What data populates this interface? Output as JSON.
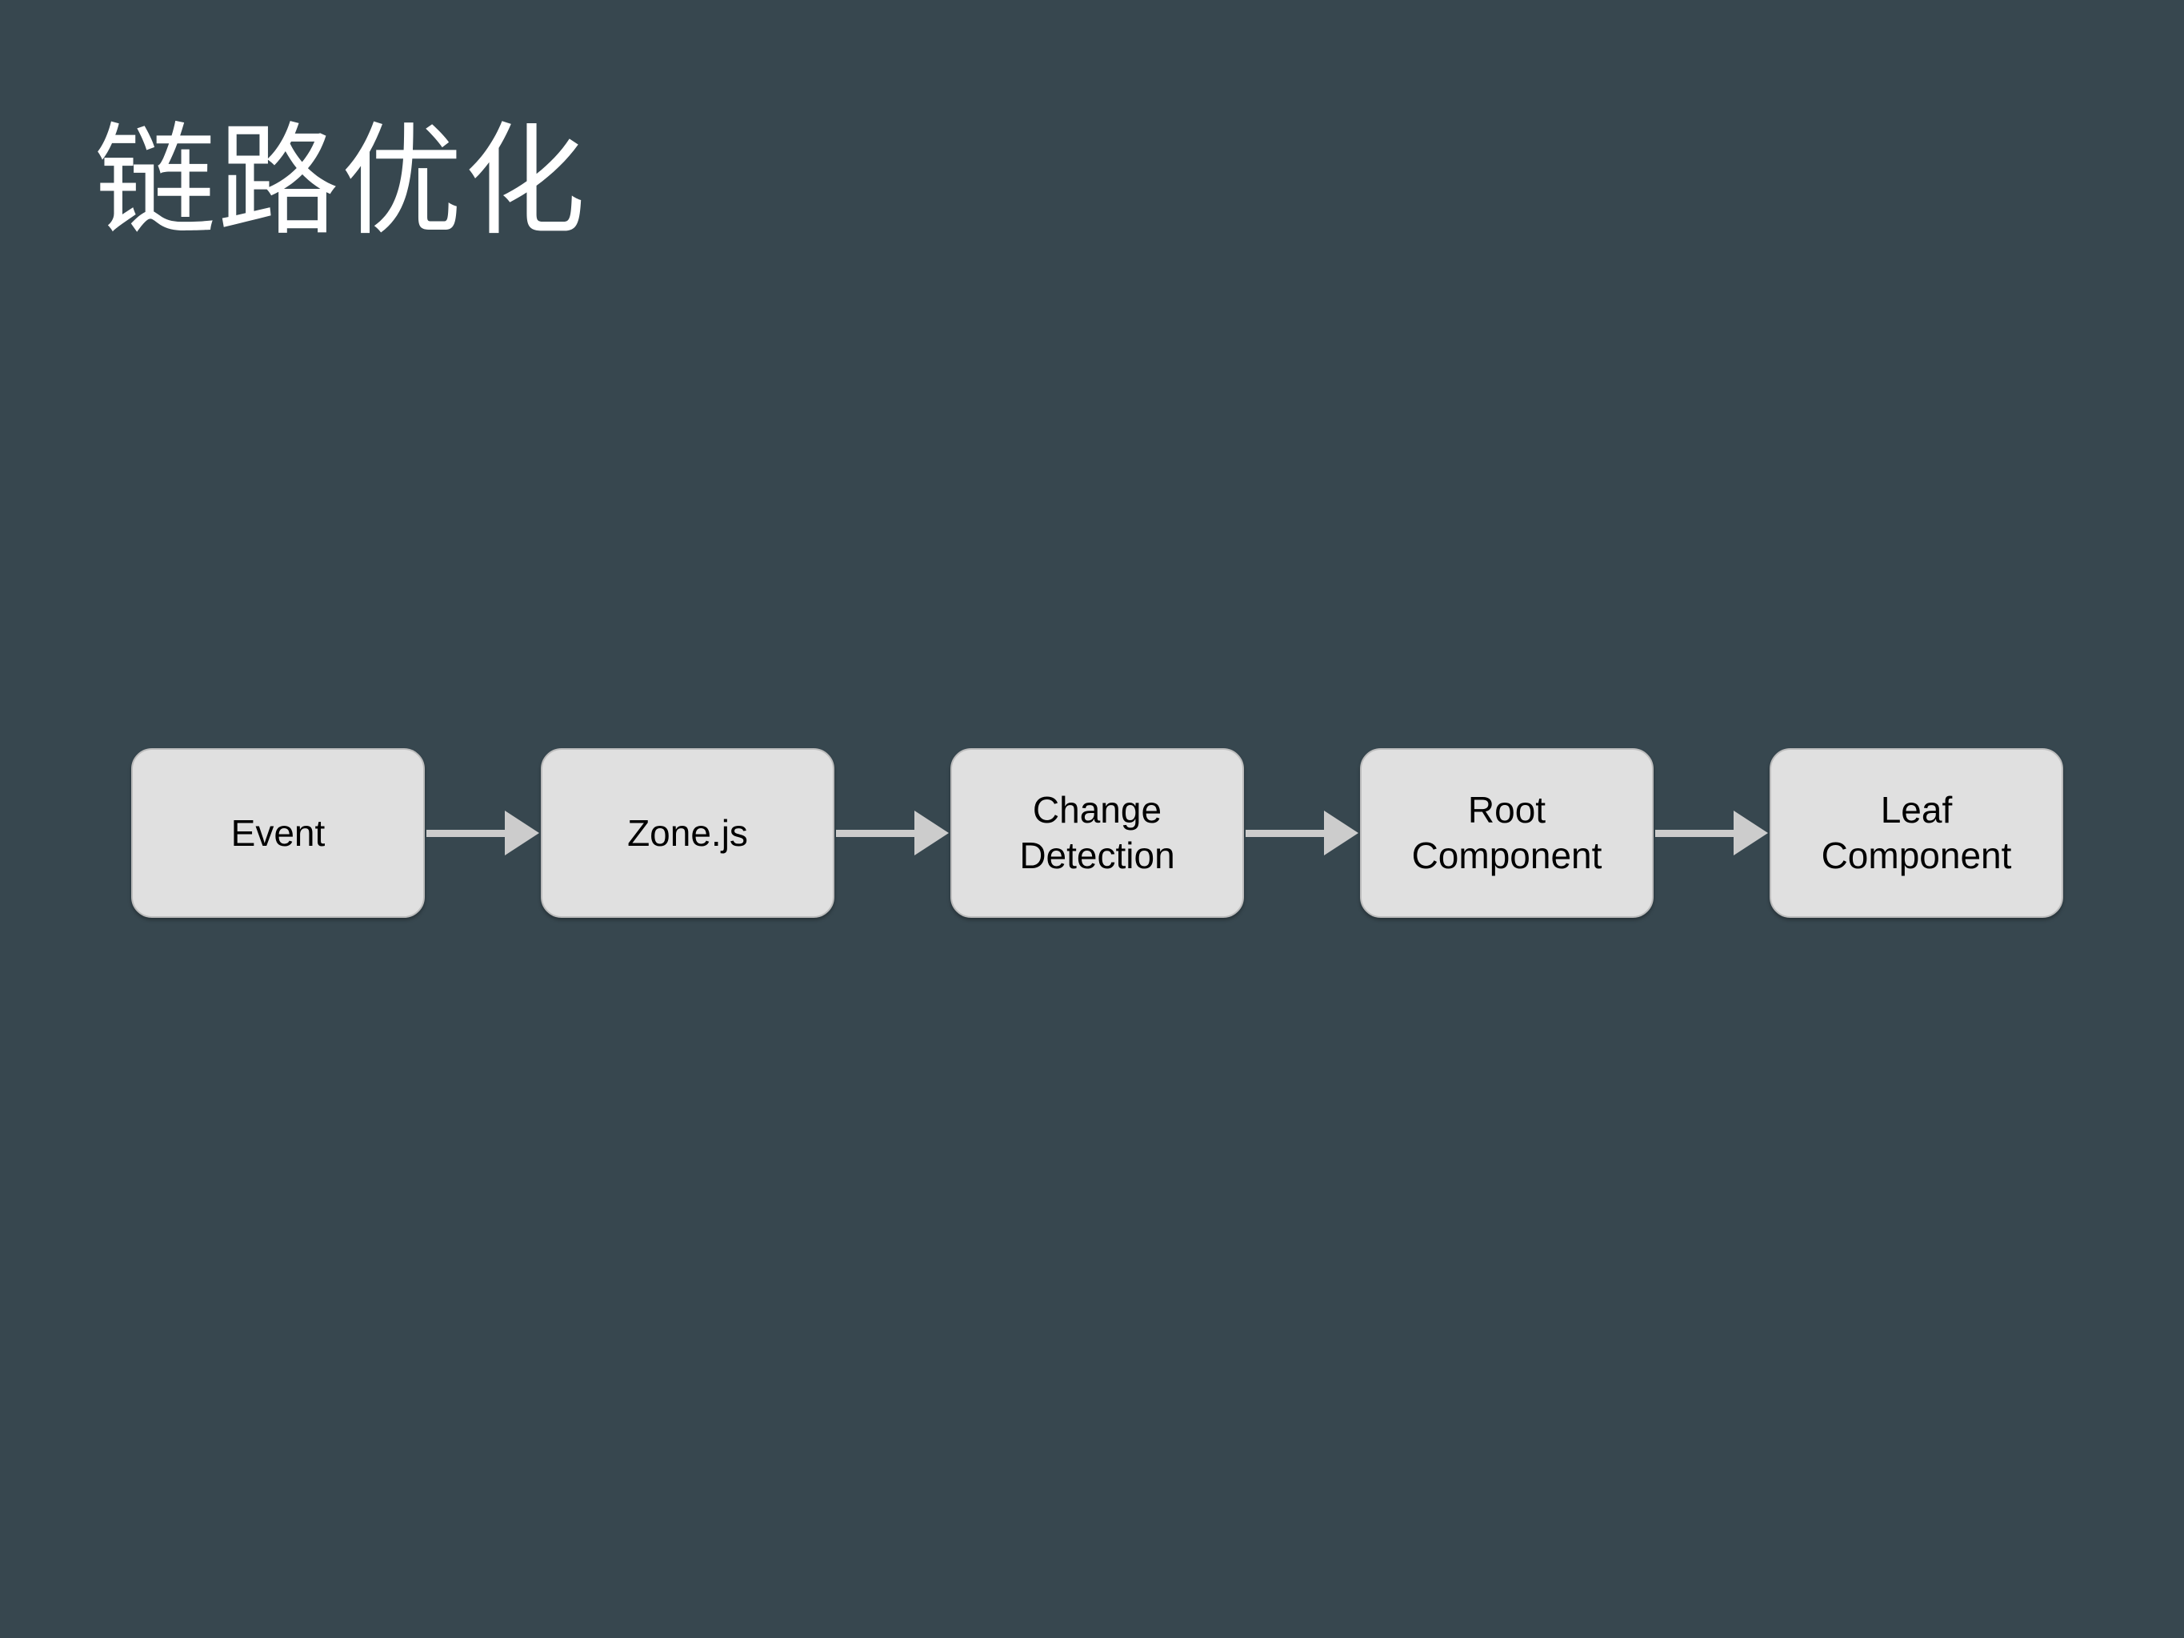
{
  "slide": {
    "background_color": "#37474f",
    "title": "链路优化",
    "title_color": "#ffffff"
  },
  "diagram": {
    "type": "flowchart",
    "orientation": "horizontal",
    "node_fill_color": "#e0e0e0",
    "node_border_color": "#bdbdbd",
    "node_text_color": "#000000",
    "arrow_color": "#cccccc",
    "nodes": [
      {
        "id": "event",
        "label": "Event"
      },
      {
        "id": "zonejs",
        "label": "Zone.js"
      },
      {
        "id": "change-detection",
        "label": "Change\nDetection"
      },
      {
        "id": "root-component",
        "label": "Root\nComponent"
      },
      {
        "id": "leaf-component",
        "label": "Leaf\nComponent"
      }
    ],
    "edges": [
      {
        "from": "event",
        "to": "zonejs",
        "label": ""
      },
      {
        "from": "zonejs",
        "to": "change-detection",
        "label": ""
      },
      {
        "from": "change-detection",
        "to": "root-component",
        "label": ""
      },
      {
        "from": "root-component",
        "to": "leaf-component",
        "label": ""
      }
    ]
  }
}
